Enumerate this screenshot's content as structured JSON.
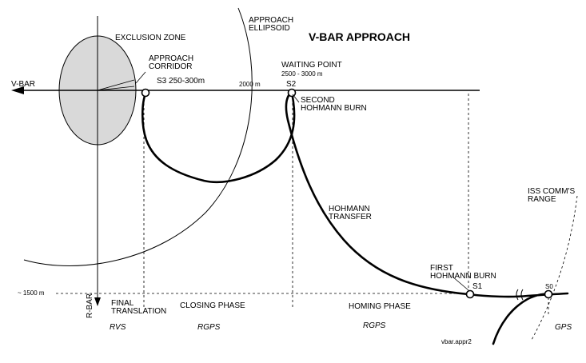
{
  "title": "V-BAR APPROACH",
  "axes": {
    "vbar": "V-BAR",
    "rbar": "R-BAR",
    "depth": "~ 1500 m"
  },
  "labels": {
    "exclusion_zone": "EXCLUSION ZONE",
    "approach_corridor": [
      "APPROACH",
      "CORRIDOR"
    ],
    "approach_ellipsoid": [
      "APPROACH",
      "ELLIPSOID"
    ],
    "waiting_point": [
      "WAITING POINT",
      "2500 - 3000 m"
    ],
    "s3": "S3 250-300m",
    "distance_2000": "2000 m",
    "s2": "S2",
    "second_burn": [
      "SECOND",
      "HOHMANN BURN"
    ],
    "hohmann_transfer": [
      "HOHMANN",
      "TRANSFER"
    ],
    "first_burn": [
      "FIRST",
      "HOHMANN BURN"
    ],
    "s1": "S1",
    "s0": "S0",
    "iss_range": [
      "ISS COMM'S",
      "RANGE"
    ]
  },
  "phases": {
    "final": [
      "FINAL",
      "TRANSLATION"
    ],
    "closing": "CLOSING PHASE",
    "homing": "HOMING PHASE"
  },
  "sensors": {
    "rvs": "RVS",
    "rgps1": "RGPS",
    "rgps2": "RGPS",
    "gps": "GPS"
  },
  "ref": "vbar.appr2"
}
